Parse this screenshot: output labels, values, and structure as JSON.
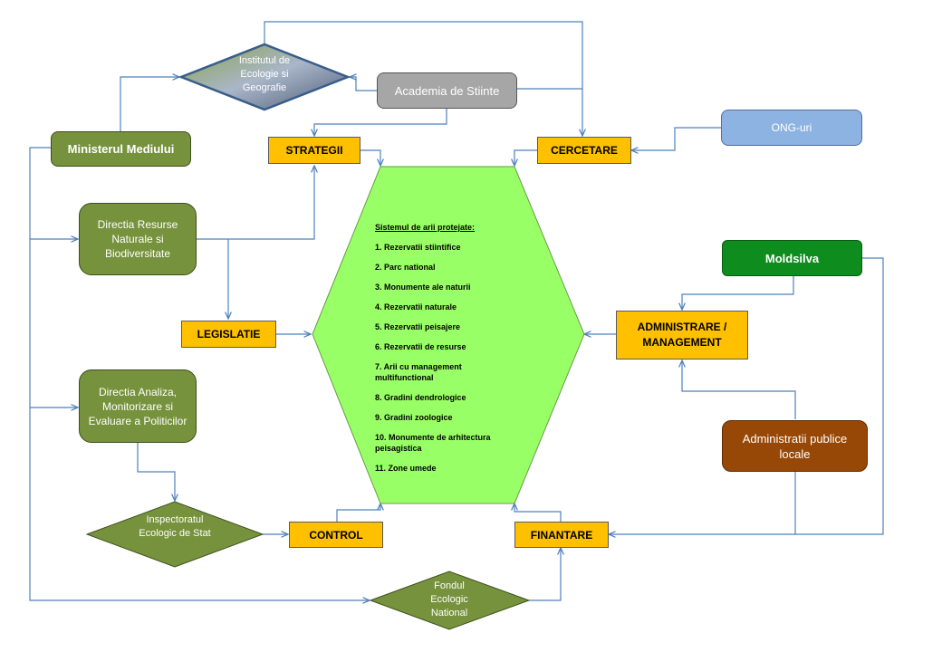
{
  "institute": "Institutul de Ecologie si Geografie",
  "academy": "Academia de Stiinte",
  "ministry": "Ministerul Mediului",
  "strategy": "STRATEGII",
  "research": "CERCETARE",
  "ngo": "ONG-uri",
  "directorate_resources": "Directia Resurse Naturale si Biodiversitate",
  "moldsilva": "Moldsilva",
  "legislation": "LEGISLATIE",
  "administration": "ADMINISTRARE / MANAGEMENT",
  "directorate_analysis": "Directia Analiza, Monitorizare si Evaluare a Politicilor",
  "local_admin": "Administratii publice locale",
  "inspectorate": "Inspectoratul Ecologic de Stat",
  "control": "CONTROL",
  "financing": "FINANTARE",
  "fund": "Fondul Ecologic National",
  "protected_areas": {
    "title": "Sistemul de arii protejate:",
    "items": [
      "1. Rezervatii stiintifice",
      "2. Parc national",
      "3. Monumente ale naturii",
      "4. Rezervatii naturale",
      "5. Rezervatii peisajere",
      "6. Rezervatii de resurse",
      "7. Arii cu management multifunctional",
      "8. Gradini dendrologice",
      "9. Gradini zoologice",
      "10. Monumente de arhitectura peisagistica",
      "11. Zone umede"
    ]
  },
  "colors": {
    "hexagon": "#99ff66",
    "dark_green": "#76923c",
    "orange": "#ffc000",
    "connector": "#4f81bd",
    "blue": "#8db3e2",
    "forest": "#0f8c1e",
    "brown": "#974806",
    "grey": "#a6a6a6"
  }
}
